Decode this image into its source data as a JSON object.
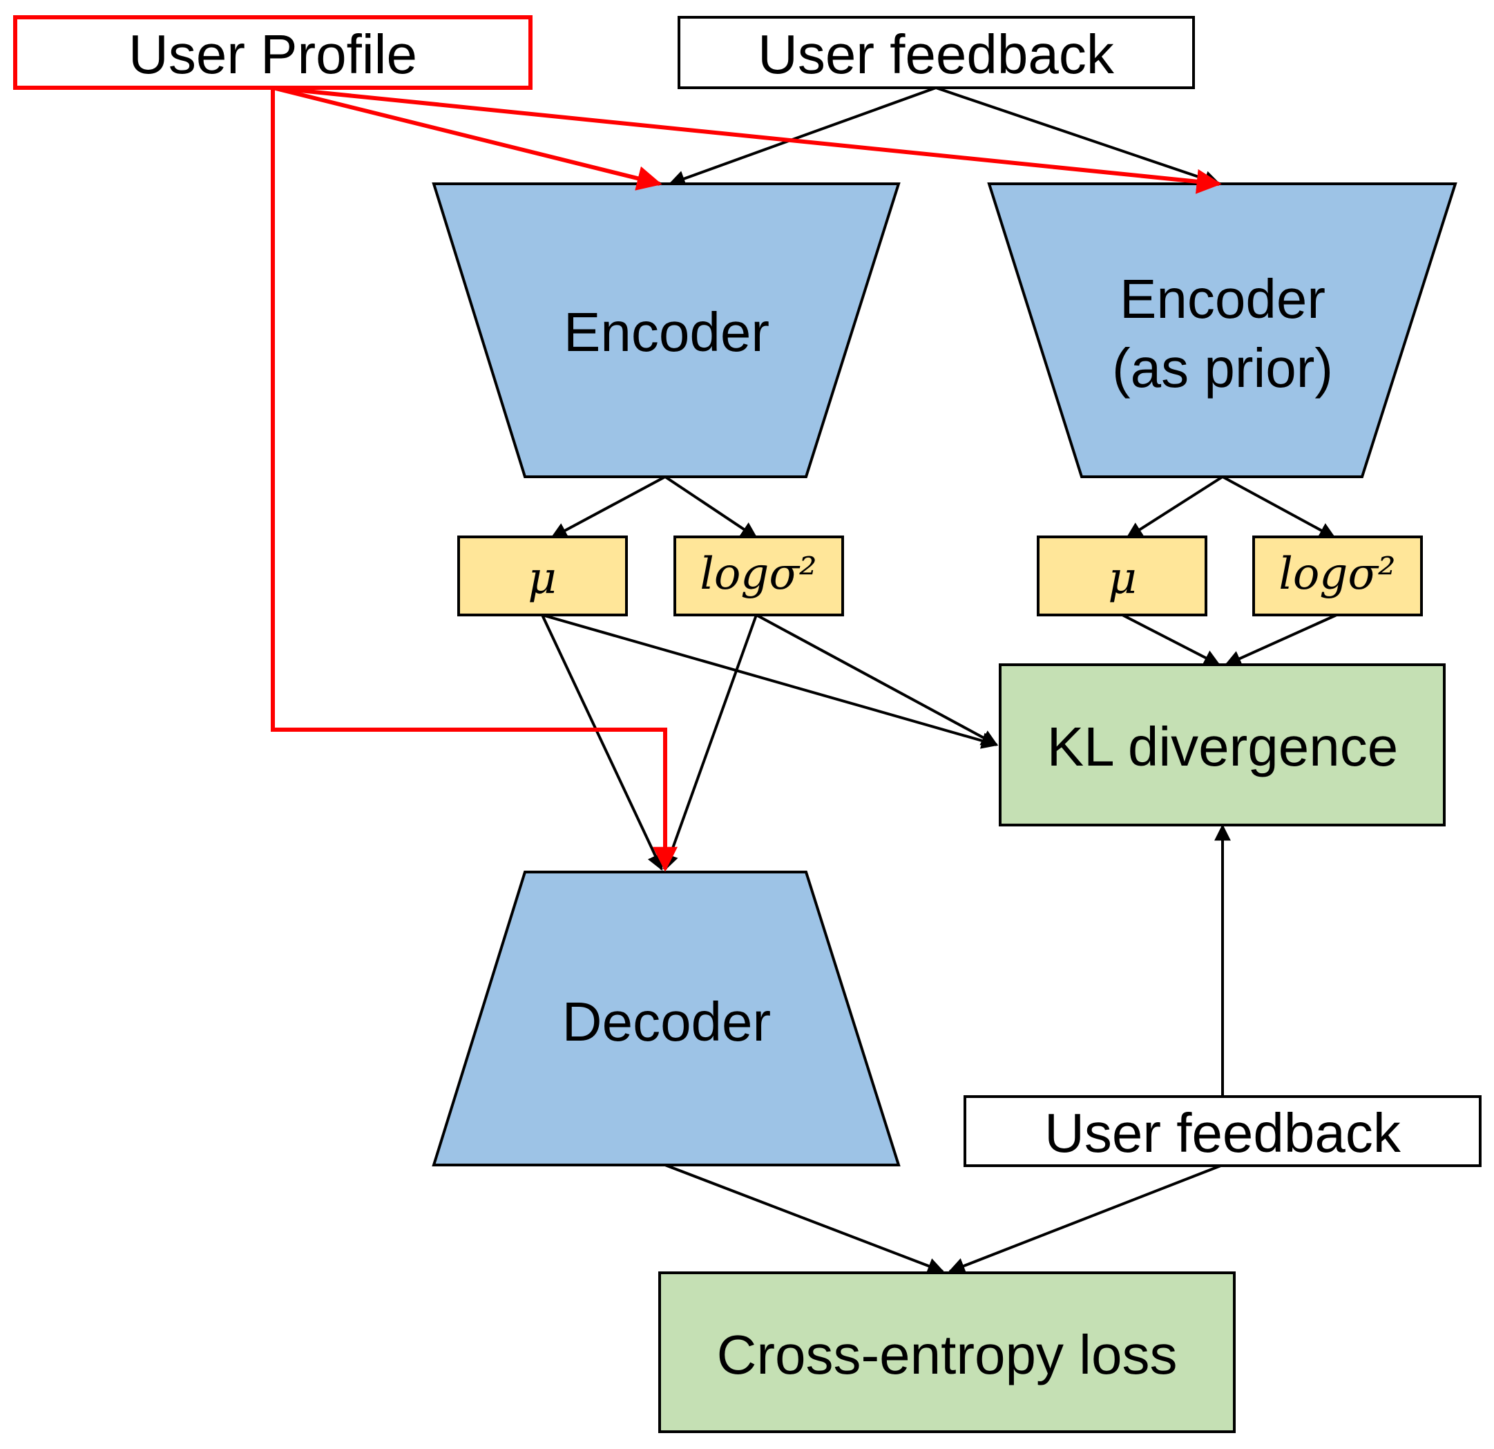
{
  "nodes": {
    "user_profile": {
      "label": "User Profile"
    },
    "user_feedback_top": {
      "label": "User feedback"
    },
    "encoder": {
      "label": "Encoder"
    },
    "encoder_prior": {
      "label_line1": "Encoder",
      "label_line2": "(as prior)"
    },
    "mu_left": {
      "label": "μ"
    },
    "logvar_left": {
      "label": "logσ²"
    },
    "mu_right": {
      "label": "μ"
    },
    "logvar_right": {
      "label": "logσ²"
    },
    "kl_divergence": {
      "label": "KL divergence"
    },
    "decoder": {
      "label": "Decoder"
    },
    "user_feedback_bottom": {
      "label": "User feedback"
    },
    "cross_entropy": {
      "label": "Cross-entropy loss"
    }
  },
  "colors": {
    "encoder_fill": "#9dc3e6",
    "param_fill": "#ffe699",
    "loss_fill": "#c5e0b4",
    "profile_stroke": "#ff0000",
    "stroke": "#000000"
  }
}
